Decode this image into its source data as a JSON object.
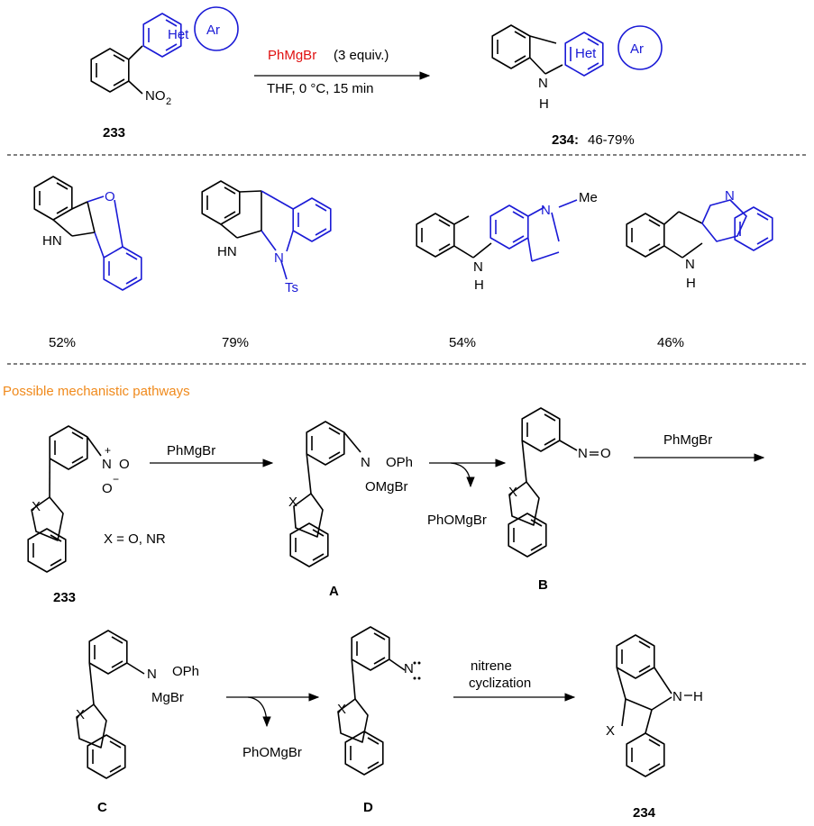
{
  "colors": {
    "heteroaryl": "#1a1ad6",
    "reagent": "#e01010",
    "heading": "#f08a1c"
  },
  "scheme": {
    "reagent": "PhMgBr",
    "equiv": "(3 equiv.)",
    "conditions": "THF, 0 °C, 15 min",
    "het": "Het",
    "ar": "Ar",
    "no2": "NO",
    "no2_sub": "2",
    "nh": "N",
    "h": "H",
    "start_id": "233",
    "product_id": "234:",
    "product_yield": "46-79%"
  },
  "examples": {
    "ex1": {
      "n_h": "HN",
      "o": "O",
      "yield": "52%"
    },
    "ex2": {
      "n_h": "HN",
      "n": "N",
      "ts": "Ts",
      "yield": "79%"
    },
    "ex3": {
      "n": "N",
      "me": "Me",
      "nh": "N",
      "h": "H",
      "yield": "54%"
    },
    "ex4": {
      "n": "N",
      "nh": "N",
      "h": "H",
      "yield": "46%"
    }
  },
  "mechanism": {
    "heading": "Possible mechanistic pathways",
    "nitro_n": "N",
    "nitro_o1": "O",
    "nitro_o2": "O",
    "plus": "+",
    "minus": "−",
    "x": "X",
    "x_def": "X = O, NR",
    "step1": "PhMgBr",
    "a_n": "N",
    "a_oph": "OPh",
    "a_omgbr": "OMgBr",
    "leaving1": "PhOMgBr",
    "b_no": "N",
    "b_o": "O",
    "step2": "PhMgBr",
    "c_n": "N",
    "c_oph": "OPh",
    "c_mgbr": "MgBr",
    "leaving2": "PhOMgBr",
    "d_n": "N",
    "step3_line1": "nitrene",
    "step3_line2": "cyclization",
    "p_nh": "N",
    "p_h": "H",
    "labels": {
      "a": "A",
      "b": "B",
      "c": "C",
      "d": "D",
      "start": "233",
      "product": "234"
    }
  }
}
